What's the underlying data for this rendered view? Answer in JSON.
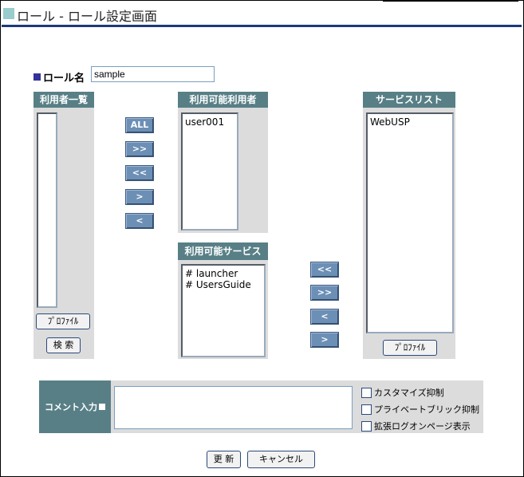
{
  "title": "ロール - ロール設定画面",
  "role_name": {
    "label": "ロール名",
    "value": "sample"
  },
  "user_list": {
    "header": "利用者一覧",
    "items": [],
    "profile_button": "ﾌﾟﾛﾌｧｲﾙ",
    "search_button": "検 索"
  },
  "user_buttons": [
    "ALL",
    ">>",
    "<<",
    ">",
    "<"
  ],
  "available_users": {
    "header": "利用可能利用者",
    "items": [
      "user001"
    ]
  },
  "available_services": {
    "header": "利用可能サービス",
    "items": [
      "# launcher",
      "# UsersGuide"
    ]
  },
  "service_buttons": [
    "<<",
    ">>",
    "<",
    ">"
  ],
  "service_list": {
    "header": "サービスリスト",
    "items": [
      "WebUSP"
    ],
    "profile_button": "ﾌﾟﾛﾌｧｲﾙ"
  },
  "comment": {
    "label": "コメント入力",
    "value": ""
  },
  "options": [
    {
      "label": "カスタマイズ抑制",
      "checked": false
    },
    {
      "label": "プライベートブリック抑制",
      "checked": false
    },
    {
      "label": "拡張ログオンページ表示",
      "checked": false
    }
  ],
  "actions": {
    "update": "更 新",
    "cancel": "キャンセル"
  }
}
